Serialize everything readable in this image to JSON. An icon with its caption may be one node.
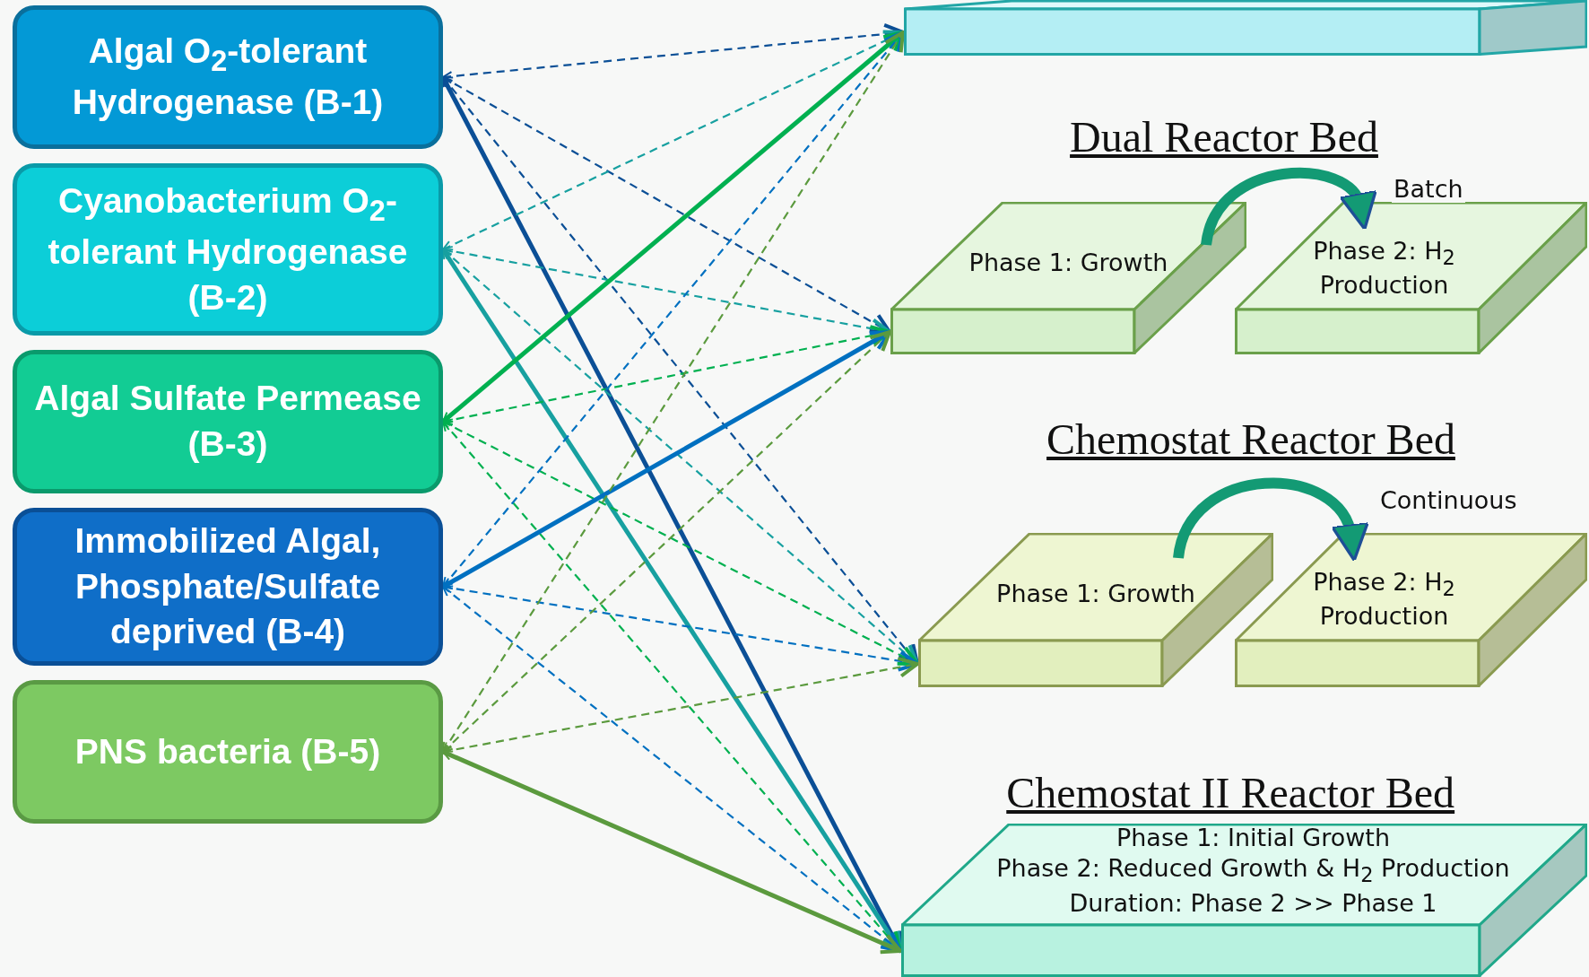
{
  "diagram": {
    "nodes": [
      {
        "text": [
          "Algal O$_{2}$-tolerant Hydrogenase (B-1)"
        ]
      },
      {
        "text": [
          "Cyanobacterium O$_{2}$-tolerant Hydrogenase (B-2)"
        ]
      },
      {
        "text": [
          "Algal Sulfate Permease (B-3)"
        ]
      },
      {
        "text": [
          "Immobilized Algal, Phosphate/Sulfate deprived  (B-4)"
        ]
      },
      {
        "text": [
          "PNS bacteria (B-5)"
        ]
      },
      {
        "text": [],
        "shape": "box"
      },
      {
        "text": [
          "Phase 1: Growth"
        ]
      },
      {
        "text": [
          "Phase 2: H$_{2}$ Production"
        ]
      },
      {
        "text": [
          "Phase 1: Growth"
        ]
      },
      {
        "text": [
          "Phase 2: H$_{2}$ Production"
        ]
      },
      {
        "text": [
          "Phase 1: Initial Growth",
          "Phase 2: Reduced Growth & H$_{2}$ Production",
          "Duration: Phase 2 >> Phase 1"
        ],
        "beside": [
          "Chemostat II Reactor Bed"
        ]
      }
    ],
    "edges": [
      {
        "from": 0,
        "to": 5,
        "arrow": "both",
        "style": "dashed",
        "color": "#0b4f96"
      },
      {
        "from": 0,
        "to": 6,
        "arrow": "both",
        "style": "dashed",
        "color": "#0b4f96"
      },
      {
        "from": 0,
        "to": 8,
        "arrow": "both",
        "style": "dashed",
        "color": "#0b4f96"
      },
      {
        "from": 0,
        "to": 10,
        "arrow": "both",
        "style": "thick",
        "color": "#0b4f96"
      },
      {
        "from": 1,
        "to": 5,
        "arrow": "both",
        "style": "dashed",
        "color": "#17a0a0"
      },
      {
        "from": 1,
        "to": 6,
        "arrow": "both",
        "style": "dashed",
        "color": "#17a0a0"
      },
      {
        "from": 1,
        "to": 8,
        "arrow": "both",
        "style": "dashed",
        "color": "#17a0a0"
      },
      {
        "from": 1,
        "to": 10,
        "arrow": "both",
        "style": "thick",
        "color": "#17a0a0"
      },
      {
        "from": 2,
        "to": 5,
        "arrow": "both",
        "style": "thick",
        "color": "#00b050"
      },
      {
        "from": 2,
        "to": 6,
        "arrow": "both",
        "style": "dashed",
        "color": "#00b050"
      },
      {
        "from": 2,
        "to": 8,
        "arrow": "both",
        "style": "dashed",
        "color": "#00b050"
      },
      {
        "from": 2,
        "to": 10,
        "arrow": "both",
        "style": "dashed",
        "color": "#00b050"
      },
      {
        "from": 3,
        "to": 5,
        "arrow": "both",
        "style": "dashed",
        "color": "#0070c0"
      },
      {
        "from": 3,
        "to": 6,
        "arrow": "both",
        "style": "thick",
        "color": "#0070c0"
      },
      {
        "from": 3,
        "to": 8,
        "arrow": "both",
        "style": "dashed",
        "color": "#0070c0"
      },
      {
        "from": 3,
        "to": 10,
        "arrow": "both",
        "style": "dashed",
        "color": "#0070c0"
      },
      {
        "from": 4,
        "to": 5,
        "arrow": "both",
        "style": "dashed",
        "color": "#5b9a3e"
      },
      {
        "from": 4,
        "to": 6,
        "arrow": "both",
        "style": "dashed",
        "color": "#5b9a3e"
      },
      {
        "from": 4,
        "to": 8,
        "arrow": "both",
        "style": "dashed",
        "color": "#5b9a3e"
      },
      {
        "from": 4,
        "to": 10,
        "arrow": "both",
        "style": "thick",
        "color": "#5b9a3e"
      },
      {
        "from": 6,
        "to": 7,
        "arrow": "to",
        "label": "Batch",
        "style": "thick",
        "color": "#139a74"
      },
      {
        "from": 8,
        "to": 9,
        "arrow": "to",
        "label": "Continuous",
        "style": "thick",
        "color": "#139a74"
      }
    ],
    "labels": [
      "Dual Reactor Bed",
      "Chemostat Reactor Bed"
    ]
  }
}
